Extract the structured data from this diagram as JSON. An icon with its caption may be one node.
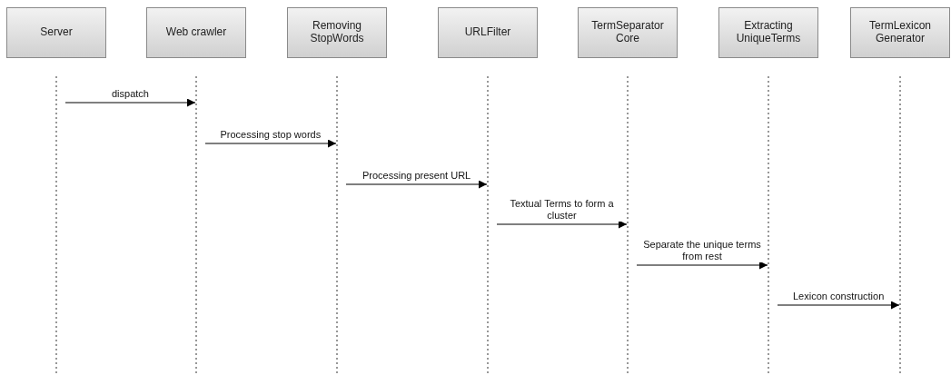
{
  "diagram": {
    "nodes": [
      {
        "text": [
          "Server"
        ]
      },
      {
        "text": [
          "Web crawler"
        ]
      },
      {
        "text": [
          "Removing StopWords"
        ]
      },
      {
        "text": [
          "URLFilter"
        ]
      },
      {
        "text": [
          "TermSeparator Core"
        ]
      },
      {
        "text": [
          "Extracting UniqueTerms"
        ]
      },
      {
        "text": [
          "TermLexicon Generator"
        ]
      }
    ],
    "edges": [
      {
        "from": 0,
        "to": 1,
        "arrow": "to",
        "label": "dispatch"
      },
      {
        "from": 1,
        "to": 2,
        "arrow": "to",
        "label": "Processing stop words"
      },
      {
        "from": 2,
        "to": 3,
        "arrow": "to",
        "label": "Processing present URL"
      },
      {
        "from": 3,
        "to": 4,
        "arrow": "to",
        "label": "Textual Terms to form a cluster"
      },
      {
        "from": 4,
        "to": 5,
        "arrow": "to",
        "label": "Separate the unique terms from rest"
      },
      {
        "from": 5,
        "to": 6,
        "arrow": "to",
        "label": "Lexicon construction"
      }
    ]
  }
}
